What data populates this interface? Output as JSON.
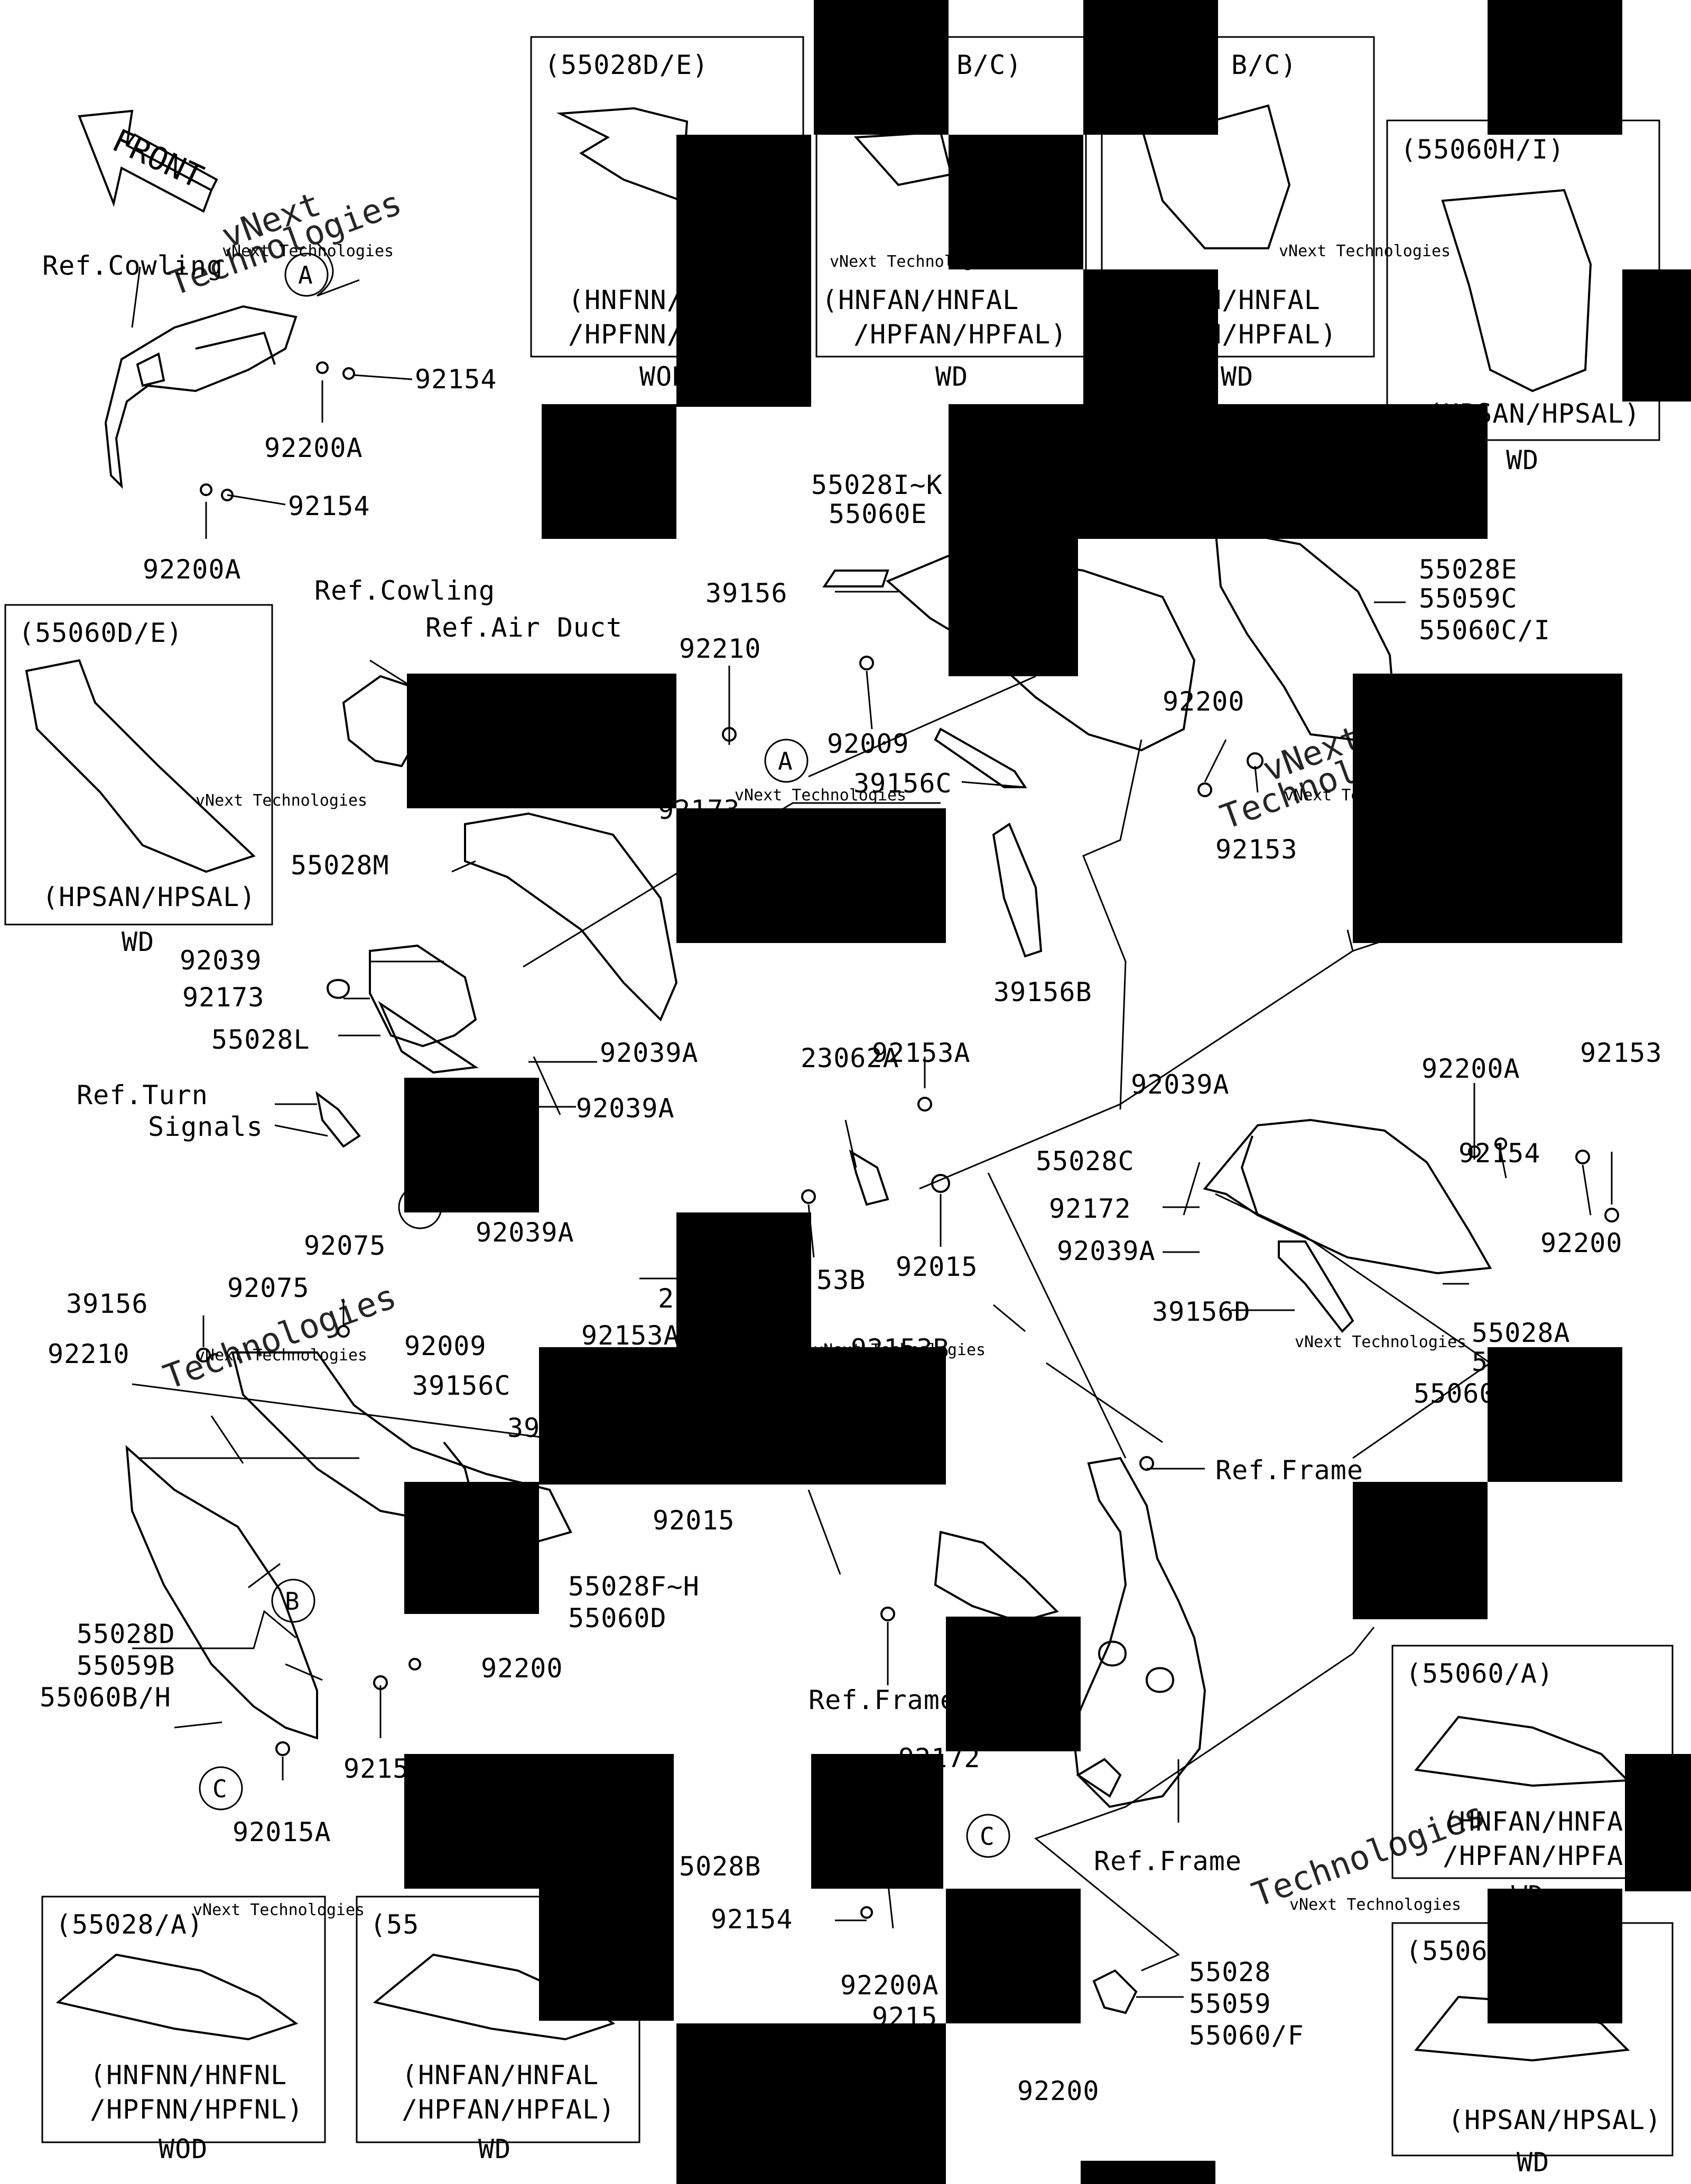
{
  "front_marker": "FRONT",
  "watermark": {
    "line1": "vNext",
    "line2": "Technologies",
    "small": "vNext Technologies"
  },
  "callouts": [
    "A",
    "B",
    "C"
  ],
  "labels": {
    "ref_cowling": "Ref.Cowling",
    "ref_air_duct": "Ref.Air Duct",
    "ref_turn_1": "Ref.Turn",
    "ref_turn_2": "Signals",
    "ref_frame": "Ref.Frame",
    "p92154": "92154",
    "p92200A": "92200A",
    "p55028IK": "55028I~K",
    "p55060E": "55060E",
    "p55028E": "55028E",
    "p55059C": "55059C",
    "p55060CI": "55060C/I",
    "p39156": "39156",
    "p92210": "92210",
    "p92009": "92009",
    "p39156C": "39156C",
    "p92200": "92200",
    "p92015A": "92015A",
    "p92153": "92153",
    "p92173": "92173",
    "p55028M": "55028M",
    "p92039": "92039",
    "p55028L": "55028L",
    "p92039A": "92039A",
    "p39156B": "39156B",
    "p92153A": "92153A",
    "p23062A": "23062A",
    "p53B": "53B",
    "p92015": "92015",
    "p55028C": "55028C",
    "p92172": "92172",
    "p39156D": "39156D",
    "p55028A": "55028A",
    "p5505": "5505",
    "p55060": "55060",
    "p92075": "92075",
    "p2": "2",
    "p92153A_trunc": "92153A",
    "p2153B": "92153B",
    "p39_trunc": "39",
    "p55028FH": "55028F~H",
    "p55060D": "55060D",
    "p55028D": "55028D",
    "p55059B": "55059B",
    "p55060BH": "55060B/H",
    "p9215": "9215",
    "p92172b": "92172",
    "p5028B": "5028B",
    "p9215b": "9215",
    "p55028": "55028",
    "p55059": "55059",
    "p55060F": "55060/F"
  },
  "boxes": {
    "b1": {
      "code": "(55028D/E)",
      "v1": "(HNFNN/",
      "v2": "/HPFNN/",
      "note": "WOD"
    },
    "b2": {
      "code": "B/C)",
      "v1": "(HNFAN/HNFAL",
      "v2": "/HPFAN/HPFAL)",
      "note": "WD"
    },
    "b3": {
      "code": "B/C)",
      "v1": "AN/HNFAL",
      "v2": "AN/HPFAL)",
      "note": "WD"
    },
    "b4": {
      "code": "(55060H/I)",
      "v1": "(HPSAN/HPSAL)",
      "note": "WD"
    },
    "b5": {
      "code": "(55060D/E)",
      "v1": "(HPSAN/HPSAL)",
      "note": "WD"
    },
    "b6": {
      "code": "(55060/A)",
      "v1": "(HNFAN/HNFA",
      "v2": "/HPFAN/HPFA",
      "note": "WD"
    },
    "b7": {
      "code": "(55028/A)",
      "v1": "(HNFNN/HNFNL",
      "v2": "/HPFNN/HPFNL)",
      "note": "WOD"
    },
    "b8": {
      "code": "(55",
      "v1": "(HNFAN/HNFAL",
      "v2": "/HPFAN/HPFAL)",
      "note": "WD"
    },
    "b9": {
      "code": "(5506",
      "v1": "(HPSAN/HPSAL)",
      "note": "WD"
    }
  }
}
